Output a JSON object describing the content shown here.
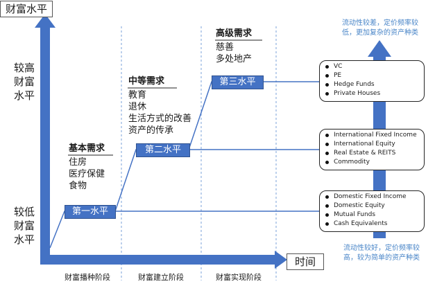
{
  "y_axis": {
    "title": "财富水平",
    "high_label_lines": [
      "较高",
      "财富",
      "水平"
    ],
    "low_label_lines": [
      "较低",
      "财富",
      "水平"
    ]
  },
  "x_axis": {
    "title": "时间"
  },
  "stages": [
    "财富播种阶段",
    "财富建立阶段",
    "财富实现阶段"
  ],
  "levels": [
    {
      "label": "第一水平",
      "need_title": "基本需求",
      "needs": [
        "住房",
        "医疗保健",
        "食物"
      ]
    },
    {
      "label": "第二水平",
      "need_title": "中等需求",
      "needs": [
        "教育",
        "退休",
        "生活方式的改善",
        "资产的传承"
      ]
    },
    {
      "label": "第三水平",
      "need_title": "高级需求",
      "needs": [
        "慈善",
        "多处地产"
      ]
    }
  ],
  "asset_boxes": [
    [
      "VC",
      "PE",
      "Hedge Funds",
      "Private Houses"
    ],
    [
      "International Fixed Income",
      "International Equity",
      "Real Estate & REITS",
      "Commodity"
    ],
    [
      "Domestic Fixed Income",
      "Domestic Equity",
      "Mutual Funds",
      "Cash Equivalents"
    ]
  ],
  "notes": {
    "top_lines": [
      "流动性较差，定价频率较",
      "低，更加复杂的资产种类"
    ],
    "bottom_lines": [
      "流动性较好，定价频率较",
      "高，较为简单的资产种类"
    ]
  },
  "colors": {
    "accent": "#4472c4",
    "note": "#4a86c8"
  }
}
